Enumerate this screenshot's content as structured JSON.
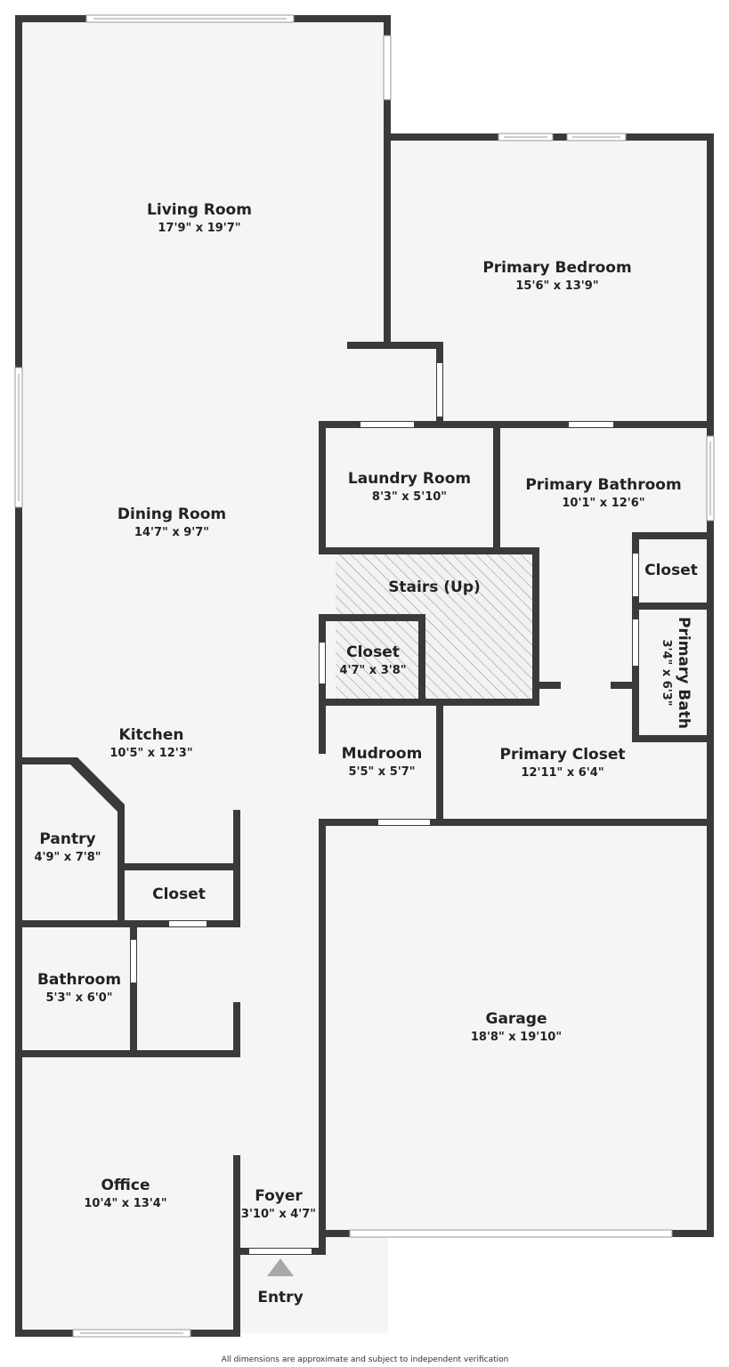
{
  "rooms": {
    "living_room": {
      "name": "Living Room",
      "dims": "17'9\" x 19'7\""
    },
    "primary_bedroom": {
      "name": "Primary Bedroom",
      "dims": "15'6\" x 13'9\""
    },
    "dining_room": {
      "name": "Dining Room",
      "dims": "14'7\" x 9'7\""
    },
    "laundry_room": {
      "name": "Laundry Room",
      "dims": "8'3\" x 5'10\""
    },
    "primary_bathroom": {
      "name": "Primary Bathroom",
      "dims": "10'1\" x 12'6\""
    },
    "stairs": {
      "name": "Stairs (Up)"
    },
    "closet_bath": {
      "name": "Closet"
    },
    "closet_mid": {
      "name": "Closet",
      "dims": "4'7\" x 3'8\""
    },
    "primary_bath": {
      "name": "Primary Bath",
      "dims": "3'4\" x 6'3\""
    },
    "kitchen": {
      "name": "Kitchen",
      "dims": "10'5\" x 12'3\""
    },
    "mudroom": {
      "name": "Mudroom",
      "dims": "5'5\" x 5'7\""
    },
    "primary_closet": {
      "name": "Primary Closet",
      "dims": "12'11\" x 6'4\""
    },
    "pantry": {
      "name": "Pantry",
      "dims": "4'9\" x 7'8\""
    },
    "closet_pantry": {
      "name": "Closet"
    },
    "bathroom": {
      "name": "Bathroom",
      "dims": "5'3\" x 6'0\""
    },
    "garage": {
      "name": "Garage",
      "dims": "18'8\" x 19'10\""
    },
    "office": {
      "name": "Office",
      "dims": "10'4\" x 13'4\""
    },
    "foyer": {
      "name": "Foyer",
      "dims": "3'10\" x 4'7\""
    }
  },
  "entry": {
    "label": "Entry"
  },
  "footer": {
    "disclaimer": "All dimensions are approximate and subject to independent verification"
  },
  "colors": {
    "wall": "#3a3a3a",
    "floor": "#f5f5f5",
    "stairs_hatch": "#8a8a8a",
    "entry_arrow": "#a8a8a8"
  }
}
